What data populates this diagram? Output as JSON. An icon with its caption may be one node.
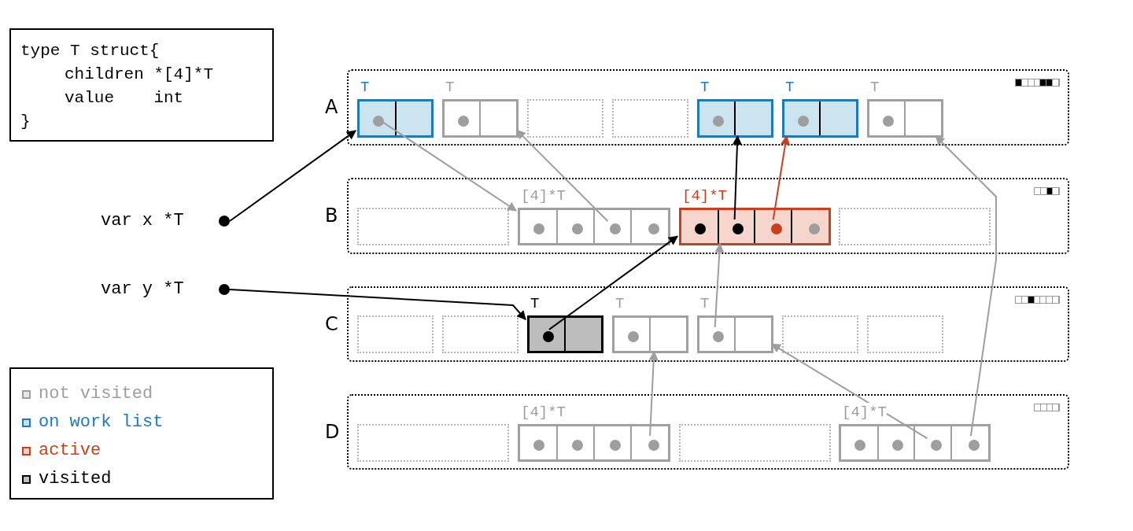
{
  "diagram": {
    "nodes": [
      {
        "text": [
          "type T struct{",
          "children *[4]*T",
          "value    int",
          "}"
        ]
      },
      {
        "text": [
          "var x *T"
        ]
      },
      {
        "text": [
          "var y *T"
        ]
      },
      {
        "text": [
          "A"
        ]
      },
      {
        "text": [
          "T"
        ],
        "in": 3
      },
      {
        "text": [],
        "shape": "circle",
        "in": 4
      },
      {
        "text": [
          "T"
        ],
        "in": 3
      },
      {
        "text": [],
        "shape": "circle",
        "in": 6
      },
      {
        "text": [],
        "shape": "box",
        "in": 3
      },
      {
        "text": [],
        "shape": "box",
        "in": 3
      },
      {
        "text": [
          "T"
        ],
        "in": 3
      },
      {
        "text": [],
        "shape": "circle",
        "in": 10
      },
      {
        "text": [
          "T"
        ],
        "in": 3
      },
      {
        "text": [],
        "shape": "circle",
        "in": 12
      },
      {
        "text": [
          "T"
        ],
        "in": 3
      },
      {
        "text": [],
        "shape": "circle",
        "in": 14
      },
      {
        "text": [
          "B"
        ]
      },
      {
        "text": [],
        "shape": "box",
        "in": 16
      },
      {
        "text": [
          "[4]*T"
        ],
        "in": 16
      },
      {
        "text": [],
        "shape": "circle",
        "in": 18
      },
      {
        "text": [],
        "shape": "circle",
        "in": 18
      },
      {
        "text": [],
        "shape": "circle",
        "in": 18
      },
      {
        "text": [],
        "shape": "circle",
        "in": 18
      },
      {
        "text": [
          "[4]*T"
        ],
        "in": 16
      },
      {
        "text": [],
        "shape": "circle",
        "in": 23
      },
      {
        "text": [],
        "shape": "circle",
        "in": 23
      },
      {
        "text": [],
        "shape": "circle",
        "in": 23
      },
      {
        "text": [],
        "shape": "circle",
        "in": 23
      },
      {
        "text": [],
        "shape": "box",
        "in": 16
      },
      {
        "text": [
          "C"
        ]
      },
      {
        "text": [],
        "shape": "box",
        "in": 29
      },
      {
        "text": [],
        "shape": "box",
        "in": 29
      },
      {
        "text": [
          "T"
        ],
        "in": 29
      },
      {
        "text": [],
        "shape": "circle",
        "in": 32
      },
      {
        "text": [
          "T"
        ],
        "in": 29
      },
      {
        "text": [],
        "shape": "circle",
        "in": 34
      },
      {
        "text": [
          "T"
        ],
        "in": 29
      },
      {
        "text": [],
        "shape": "circle",
        "in": 36
      },
      {
        "text": [],
        "shape": "box",
        "in": 29
      },
      {
        "text": [],
        "shape": "box",
        "in": 29
      },
      {
        "text": [
          "D"
        ]
      },
      {
        "text": [],
        "shape": "box",
        "in": 40
      },
      {
        "text": [
          "[4]*T"
        ],
        "in": 40
      },
      {
        "text": [],
        "shape": "circle",
        "in": 42
      },
      {
        "text": [],
        "shape": "circle",
        "in": 42
      },
      {
        "text": [],
        "shape": "circle",
        "in": 42
      },
      {
        "text": [],
        "shape": "circle",
        "in": 42
      },
      {
        "text": [],
        "shape": "box",
        "in": 40
      },
      {
        "text": [
          "[4]*T"
        ],
        "in": 40
      },
      {
        "text": [],
        "shape": "circle",
        "in": 48
      },
      {
        "text": [],
        "shape": "circle",
        "in": 48
      },
      {
        "text": [],
        "shape": "circle",
        "in": 48
      },
      {
        "text": [],
        "shape": "circle",
        "in": 48
      }
    ],
    "edges": [
      {
        "from": 1,
        "to": 4,
        "arrow": "to",
        "color": "#000000"
      },
      {
        "from": 2,
        "to": 32,
        "arrow": "to",
        "color": "#000000"
      },
      {
        "from": 5,
        "to": 18,
        "arrow": "to"
      },
      {
        "from": 21,
        "to": 6,
        "arrow": "to"
      },
      {
        "from": 33,
        "to": 23,
        "arrow": "to",
        "color": "#000000"
      },
      {
        "from": 25,
        "to": 10,
        "arrow": "to",
        "color": "#000000"
      },
      {
        "from": 26,
        "to": 12,
        "arrow": "to",
        "color": "#c8401e"
      },
      {
        "from": 37,
        "to": 23,
        "arrow": "to"
      },
      {
        "from": 46,
        "to": 34,
        "arrow": "to"
      },
      {
        "from": 51,
        "to": 36,
        "arrow": "to"
      },
      {
        "from": 52,
        "to": 14,
        "arrow": "to"
      }
    ],
    "legend": [
      {
        "text": "not visited",
        "color": "#9e9e9e"
      },
      {
        "text": "on work list",
        "color": "#1f7ab8"
      },
      {
        "text": "active",
        "color": "#c8401e"
      },
      {
        "text": "visited",
        "color": "#000000"
      }
    ]
  }
}
